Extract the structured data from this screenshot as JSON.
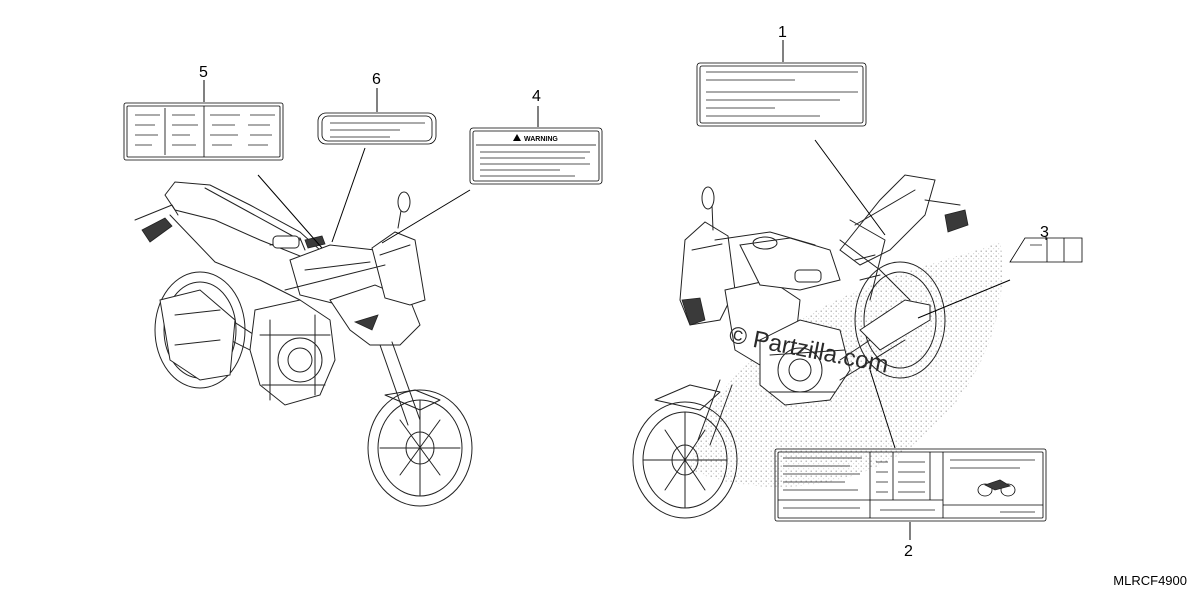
{
  "diagram_code": "MLRCF4900",
  "watermark": "© Partzilla.com",
  "warning_label_text": "WARNING",
  "callouts": [
    {
      "id": "1",
      "label": "1"
    },
    {
      "id": "2",
      "label": "2"
    },
    {
      "id": "3",
      "label": "3"
    },
    {
      "id": "4",
      "label": "4"
    },
    {
      "id": "5",
      "label": "5"
    },
    {
      "id": "6",
      "label": "6"
    }
  ]
}
